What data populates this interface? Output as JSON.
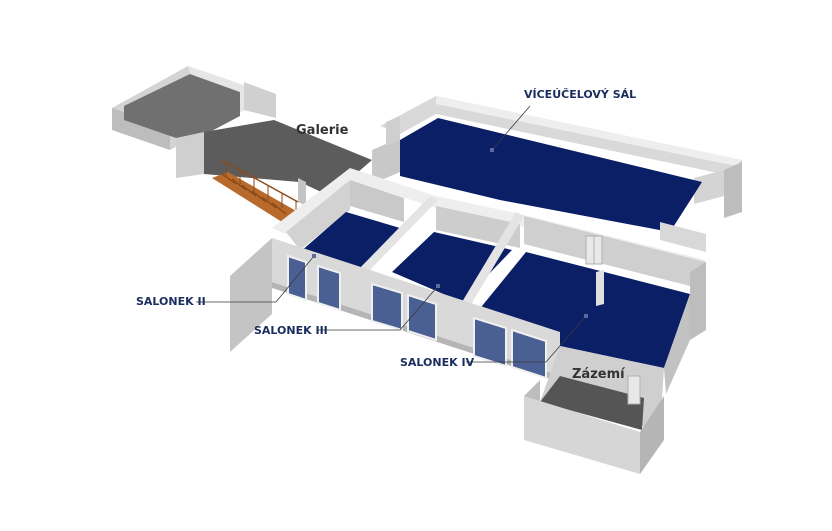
{
  "colors": {
    "room_fill": "#0a1f66",
    "label_text": "#1b2d5e",
    "gray_text": "#333333",
    "wall_top": "#ededed",
    "wall_face": "#c8c8c8",
    "wall_shadow": "#a9a9a9",
    "floor_gray": "#6d6d6d",
    "floor_dark": "#4a4a4a",
    "stairs": "#b8692c",
    "window": "#4a5f94",
    "background": "#ffffff"
  },
  "rooms": {
    "viceucelovy": {
      "label": "VÍCEÚČELOVÝ SÁL"
    },
    "salonek2": {
      "label": "SALONEK II"
    },
    "salonek3": {
      "label": "SALONEK III"
    },
    "salonek4": {
      "label": "SALONEK IV"
    },
    "galerie": {
      "label": "Galerie"
    },
    "zazemi": {
      "label": "Zázemí"
    }
  }
}
